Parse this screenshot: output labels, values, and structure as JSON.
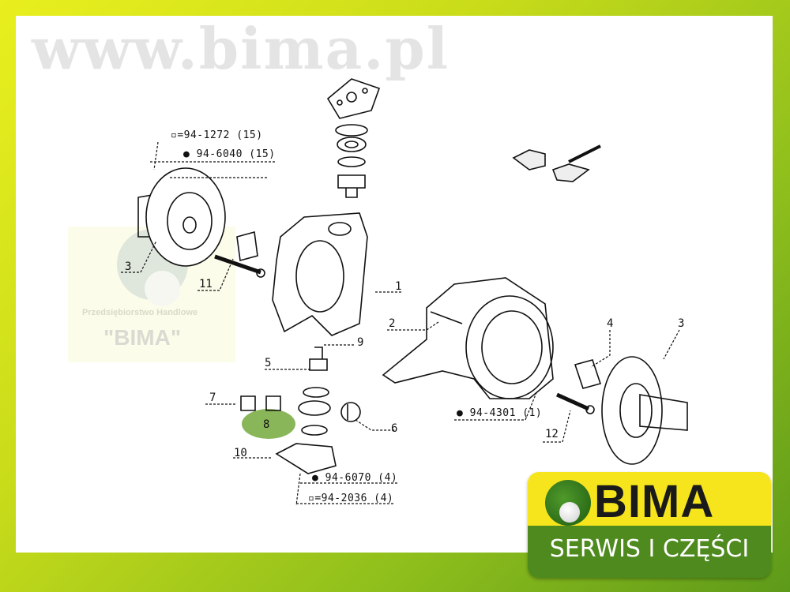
{
  "watermark": {
    "company_type": "Przedsiębiorstwo Handlowe",
    "company": "\"BIMA\"",
    "url": "www.bima.pl"
  },
  "callouts": {
    "top_left_1": "▫=94-1272 (15)",
    "top_left_2": "● 94-6040 (15)",
    "bottom_1": "● 94-6070 (4)",
    "bottom_2": "▫=94-2036 (4)",
    "right_1": "● 94-4301 (1)"
  },
  "part_numbers": {
    "p1": "1",
    "p2": "2",
    "p3a": "3",
    "p3b": "3",
    "p4": "4",
    "p5": "5",
    "p6": "6",
    "p7": "7",
    "p8": "8",
    "p9": "9",
    "p10": "10",
    "p11": "11",
    "p12": "12"
  },
  "logo": {
    "name": "BIMA",
    "tagline": "SERWIS I CZĘŚCI"
  }
}
